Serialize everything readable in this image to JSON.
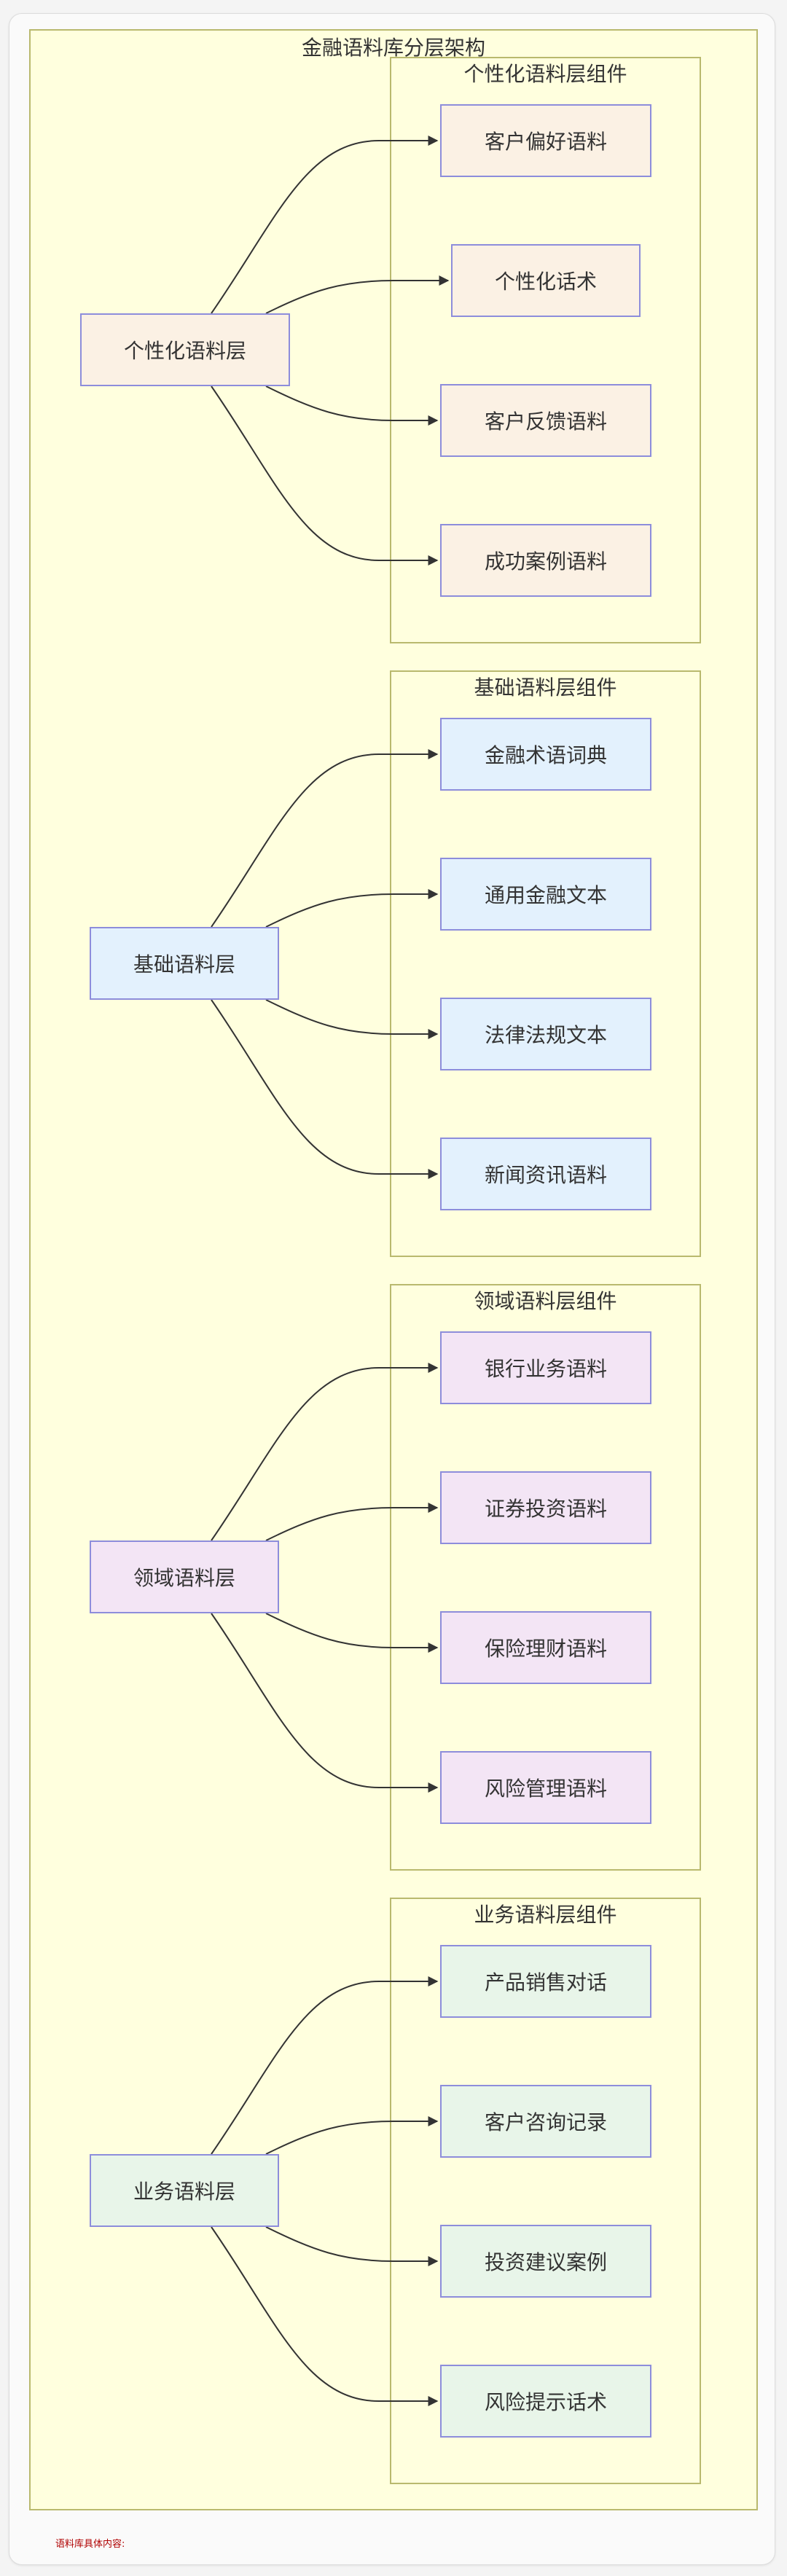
{
  "diagram": {
    "title": "金融语料库分层架构",
    "footnote": "语料库具体内容:",
    "layers": [
      {
        "name": "个性化语料层",
        "group_title": "个性化语料层组件",
        "color": "#fbf1e4",
        "items": [
          "客户偏好语料",
          "个性化话术",
          "客户反馈语料",
          "成功案例语料"
        ]
      },
      {
        "name": "基础语料层",
        "group_title": "基础语料层组件",
        "color": "#e3f1fd",
        "items": [
          "金融术语词典",
          "通用金融文本",
          "法律法规文本",
          "新闻资讯语料"
        ]
      },
      {
        "name": "领域语料层",
        "group_title": "领域语料层组件",
        "color": "#f3e5f5",
        "items": [
          "银行业务语料",
          "证券投资语料",
          "保险理财语料",
          "风险管理语料"
        ]
      },
      {
        "name": "业务语料层",
        "group_title": "业务语料层组件",
        "color": "#e8f5e9",
        "items": [
          "产品销售对话",
          "客户咨询记录",
          "投资建议案例",
          "风险提示话术"
        ]
      }
    ]
  }
}
